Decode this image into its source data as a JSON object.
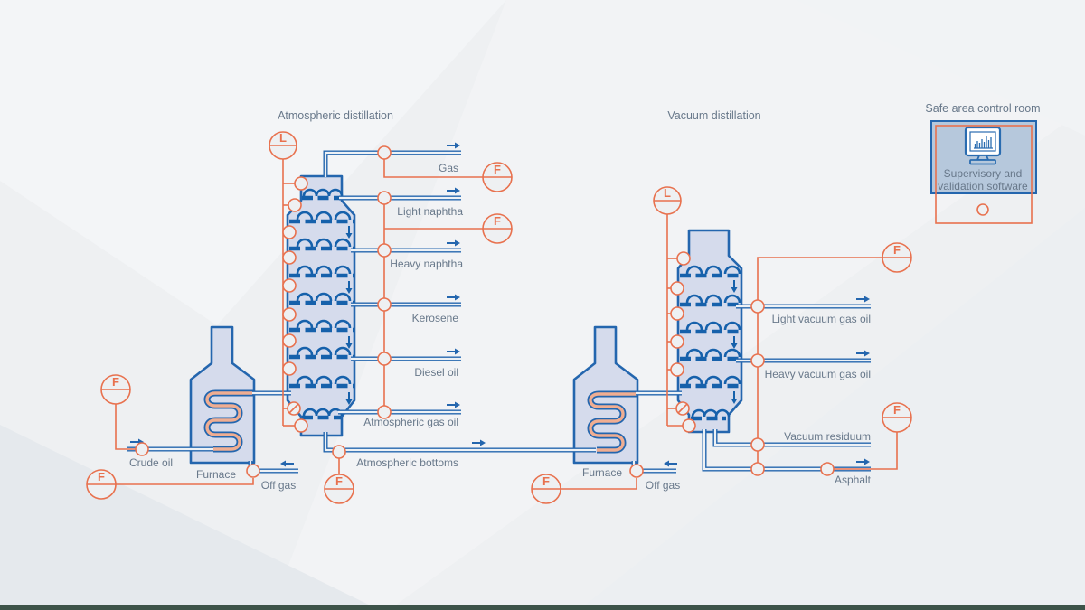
{
  "titles": {
    "atmospheric": "Atmospheric distillation",
    "vacuum": "Vacuum distillation",
    "control_room": "Safe area control room"
  },
  "control_room": {
    "software_line1": "Supervisory and",
    "software_line2": "validation software"
  },
  "streams": {
    "gas": "Gas",
    "light_naphtha": "Light naphtha",
    "heavy_naphtha": "Heavy naphtha",
    "kerosene": "Kerosene",
    "diesel_oil": "Diesel oil",
    "atmospheric_gas_oil": "Atmospheric gas oil",
    "atmospheric_bottoms": "Atmospheric bottoms",
    "crude_oil": "Crude oil",
    "off_gas_1": "Off gas",
    "off_gas_2": "Off gas",
    "light_vacuum_gas_oil": "Light vacuum gas oil",
    "heavy_vacuum_gas_oil": "Heavy vacuum gas oil",
    "vacuum_residuum": "Vacuum residuum",
    "asphalt": "Asphalt"
  },
  "equipment": {
    "furnace_1": "Furnace",
    "furnace_2": "Furnace"
  },
  "instruments": {
    "flow": "F",
    "level": "L"
  },
  "colors": {
    "line_blue": "#2466ae",
    "tray_blue": "#1661ab",
    "vessel_fill": "#d5dbec",
    "instrument_orange": "#e8714e",
    "label_gray": "#68788a",
    "background": "#eef0f2",
    "control_box_fill": "#b6c8dc",
    "coil_salmon": "#f0ae92",
    "footer_bar": "#3d5349"
  }
}
